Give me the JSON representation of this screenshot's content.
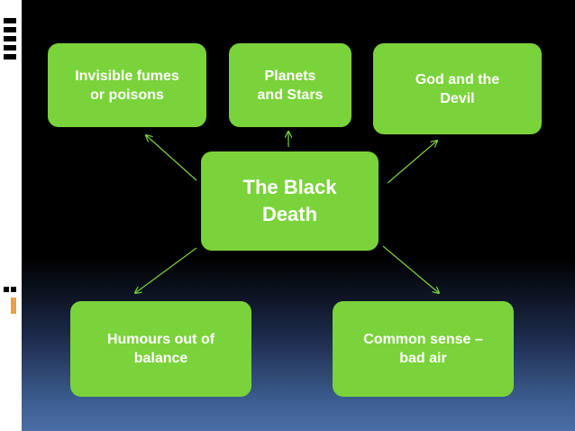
{
  "diagram": {
    "center": {
      "line1": "The Black",
      "line2": "Death"
    },
    "nodes": [
      {
        "id": "invisible-fumes",
        "line1": "Invisible fumes",
        "line2": "or poisons"
      },
      {
        "id": "planets-stars",
        "line1": "Planets",
        "line2": "and Stars"
      },
      {
        "id": "god-devil",
        "line1": "God and the",
        "line2": "Devil"
      },
      {
        "id": "humours",
        "line1": "Humours out of",
        "line2": "balance"
      },
      {
        "id": "common-sense",
        "line1": "Common sense –",
        "line2": "bad air"
      }
    ]
  },
  "colors": {
    "node_fill": "#7ad33a",
    "node_text": "#ffffff",
    "arrow": "#7ad33a",
    "background": "#000000",
    "gradient_bottom": "#4a6ea6"
  }
}
